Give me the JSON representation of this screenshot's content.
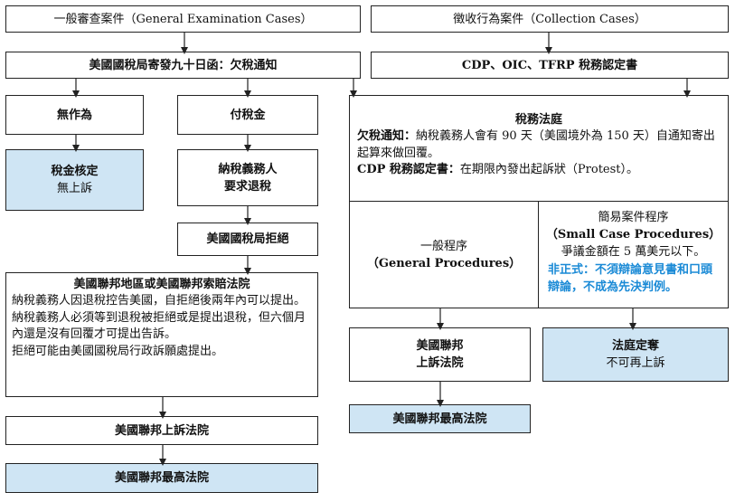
{
  "top": {
    "general": "一般審查案件（General Examination Cases）",
    "collection": "徵收行為案件（Collection Cases）"
  },
  "row2": {
    "notice": "美國國稅局寄發九十日函：欠稅通知",
    "cdp": "CDP、OIC、TFRP 稅務認定書"
  },
  "no_action": "無作為",
  "pay_tax": "付稅金",
  "assessment": {
    "title": "稅金核定",
    "sub": "無上訴"
  },
  "refund_request": {
    "line1": "納稅義務人",
    "line2": "要求退稅"
  },
  "irs_reject": "美國國稅局拒絕",
  "district_court": {
    "title": "美國聯邦地區或美國聯邦索賠法院",
    "p1": "納稅義務人因退稅控告美國，自拒絕後兩年內可以提出。",
    "p2": "納稅義務人必須等到退稅被拒絕或是提出退稅，但六個月內還是沒有回覆才可提出告訴。",
    "p3": "拒絕可能由美國國稅局行政訴願處提出。"
  },
  "appeals_left": "美國聯邦上訴法院",
  "supreme_left": "美國聯邦最高法院",
  "tax_court": {
    "title": "稅務法庭",
    "l1_label": "欠稅通知：",
    "l1_text": "納稅義務人會有 90 天（美國境外為 150 天）自通知寄出起算來做回覆。",
    "l2_label": "CDP 稅務認定書：",
    "l2_text": "在期限內發出起訴狀（Protest）。"
  },
  "general_proc": {
    "title": "一般程序",
    "sub": "（General Procedures）"
  },
  "small_case": {
    "title": "簡易案件程序",
    "sub": "（Small Case Procedures）",
    "desc": "爭議金額在 5 萬美元以下。",
    "note": "非正式：不須辯論意見書和口頭辯論，不成為先決判例。"
  },
  "appeals_right": {
    "line1": "美國聯邦",
    "line2": "上訴法院"
  },
  "court_decision": {
    "title": "法庭定奪",
    "sub": "不可再上訴"
  },
  "supreme_right": "美國聯邦最高法院",
  "colors": {
    "highlight": "#cfe5f4",
    "note": "#1a8ad6",
    "border": "#222222"
  }
}
